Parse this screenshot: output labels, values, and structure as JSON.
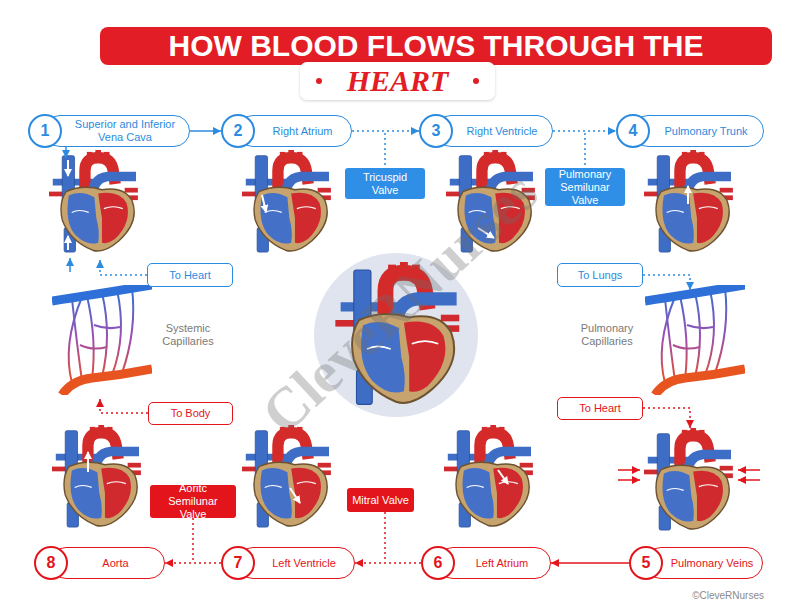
{
  "diagram": {
    "title": "HOW BLOOD FLOWS THROUGH THE",
    "nodes": [
      {
        "text": [
          "1",
          "Superior and Inferior Vena Cava"
        ]
      },
      {
        "text": [
          "2",
          "Right Atrium"
        ]
      },
      {
        "text": [
          "Tricuspid Valve"
        ]
      },
      {
        "text": [
          "3",
          "Right Ventricle"
        ]
      },
      {
        "text": [
          "Pulmonary Semilunar Valve"
        ]
      },
      {
        "text": [
          "4",
          "Pulmonary Trunk"
        ]
      },
      {
        "text": [
          "To Heart"
        ]
      },
      {
        "text": [
          "To Lungs"
        ]
      },
      {
        "text": [
          "To Body"
        ]
      },
      {
        "text": [
          "To Heart"
        ]
      },
      {
        "text": [
          "Aoritc Semilunar Valve"
        ]
      },
      {
        "text": [
          "Mitral Valve"
        ]
      },
      {
        "text": [
          "8",
          "Aorta"
        ]
      },
      {
        "text": [
          "7",
          "Left Ventricle"
        ]
      },
      {
        "text": [
          "6",
          "Left Atrium"
        ]
      },
      {
        "text": [
          "5",
          "Pulmonary Veins"
        ]
      }
    ],
    "edges": [
      {
        "from": 0,
        "to": 1,
        "arrow": "to"
      },
      {
        "from": 1,
        "to": 3,
        "arrow": "to"
      },
      {
        "from": 3,
        "to": 5,
        "arrow": "to"
      },
      {
        "from": 15,
        "to": 14,
        "arrow": "to"
      },
      {
        "from": 14,
        "to": 13,
        "arrow": "to"
      },
      {
        "from": 13,
        "to": 12,
        "arrow": "to"
      }
    ],
    "labels": [
      "HEART",
      "Systemic Capillaries",
      "Pulmonary Capillaries",
      "CleveRNurses",
      "©CleveRNurses"
    ]
  }
}
